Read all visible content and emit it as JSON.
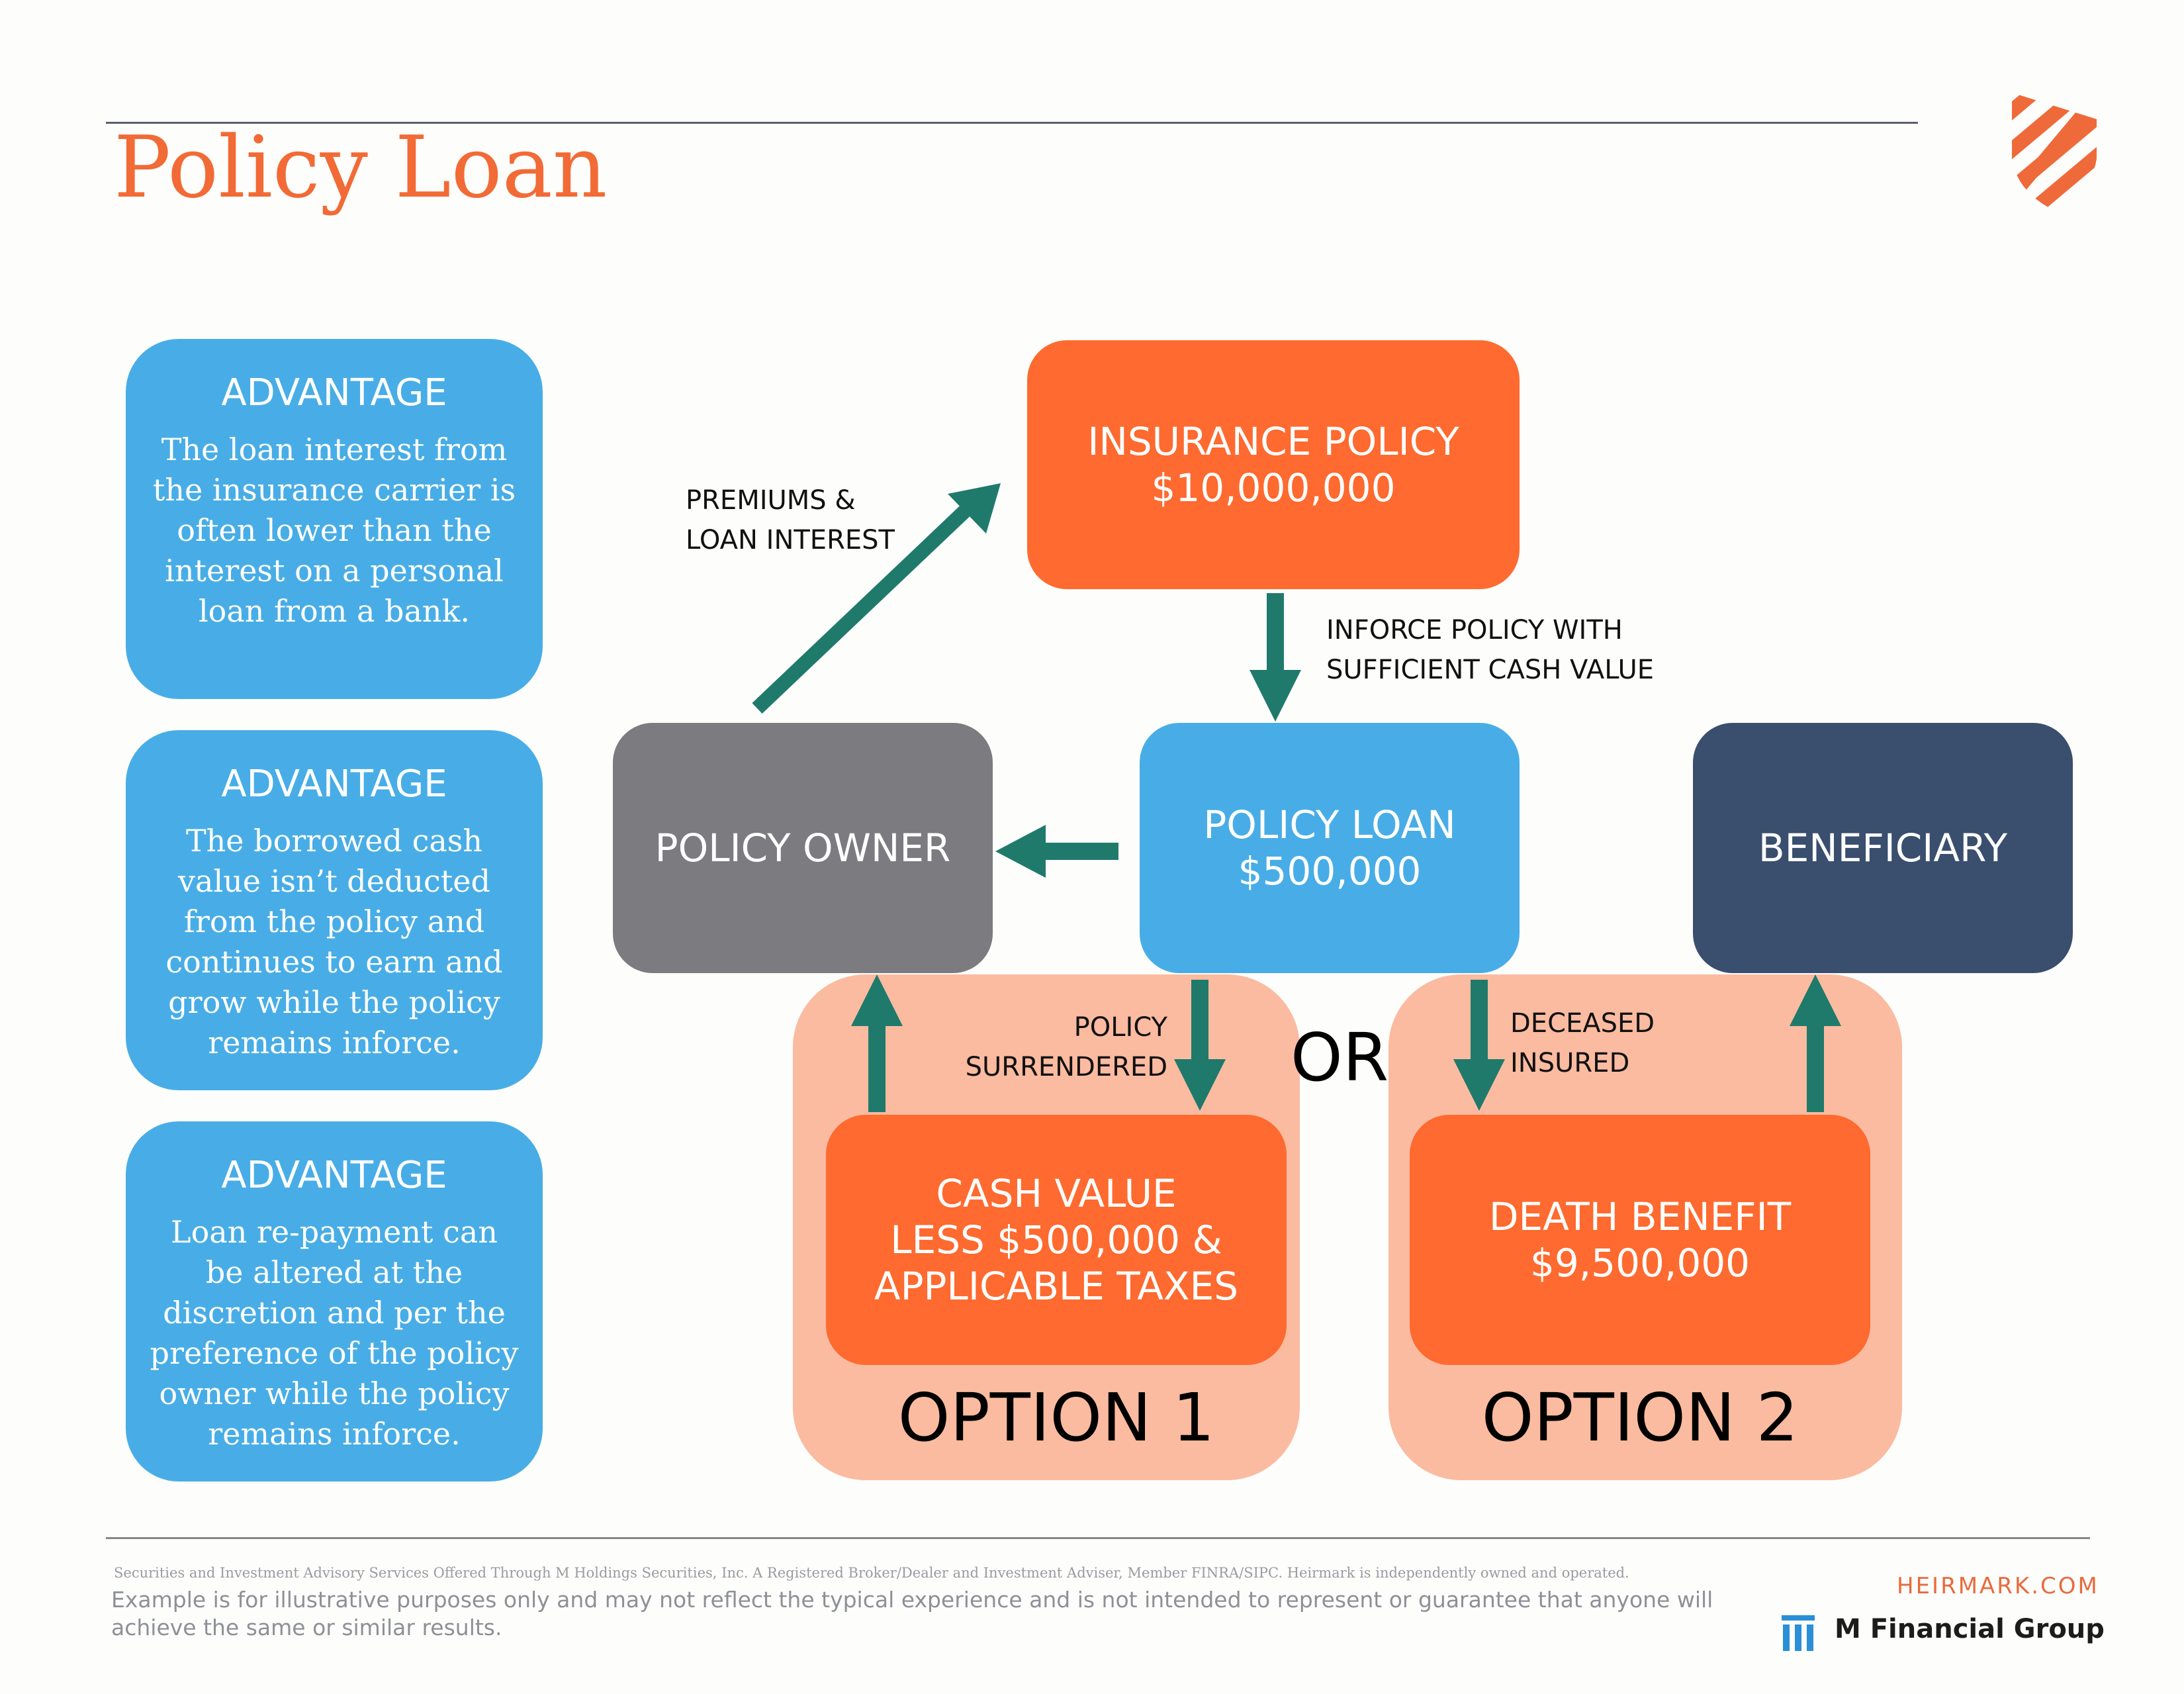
{
  "header": {
    "title": "Policy Loan"
  },
  "advantages": [
    {
      "heading": "ADVANTAGE",
      "body": "The loan interest from the insurance carrier is often lower than the interest on a personal loan from a bank."
    },
    {
      "heading": "ADVANTAGE",
      "body": "The borrowed cash value isn’t deducted from the policy and continues to earn and grow while the policy remains inforce."
    },
    {
      "heading": "ADVANTAGE",
      "body": "Loan re-payment can be altered at the discretion and per the preference of the policy owner while the policy remains inforce."
    }
  ],
  "diagram": {
    "insurance_policy": "INSURANCE POLICY\n$10,000,000",
    "policy_owner": "POLICY OWNER",
    "policy_loan": "POLICY LOAN\n$500,000",
    "beneficiary": "BENEFICIARY",
    "cash_value": "CASH VALUE\nLESS $500,000 &\nAPPLICABLE TAXES",
    "death_benefit": "DEATH BENEFIT\n$9,500,000",
    "label_premiums": "PREMIUMS &\nLOAN INTEREST",
    "label_inforce": "INFORCE POLICY WITH\nSUFFICIENT CASH VALUE",
    "label_surrendered": "POLICY\nSURRENDERED",
    "label_deceased": "DECEASED\nINSURED",
    "or": "OR",
    "option1": "OPTION 1",
    "option2": "OPTION 2"
  },
  "footer": {
    "disclosure": "Securities and Investment Advisory Services Offered Through M Holdings Securities, Inc. A Registered Broker/Dealer and Investment Adviser, Member FINRA/SIPC. Heirmark is independently owned and operated.",
    "example_note": "Example is for illustrative purposes only and may not reflect the typical experience and is not intended to represent or guarantee that anyone will achieve the same or similar results.",
    "website": "HEIRMARK.COM",
    "partner": "M Financial Group"
  },
  "colors": {
    "title_orange": "#f26a36",
    "box_orange": "#fe6a2f",
    "light_blue": "#48ade6",
    "gray": "#7b7b80",
    "navy": "#3a4e6e",
    "peach": "#fbbba0",
    "arrow_teal": "#1f7a6c"
  }
}
